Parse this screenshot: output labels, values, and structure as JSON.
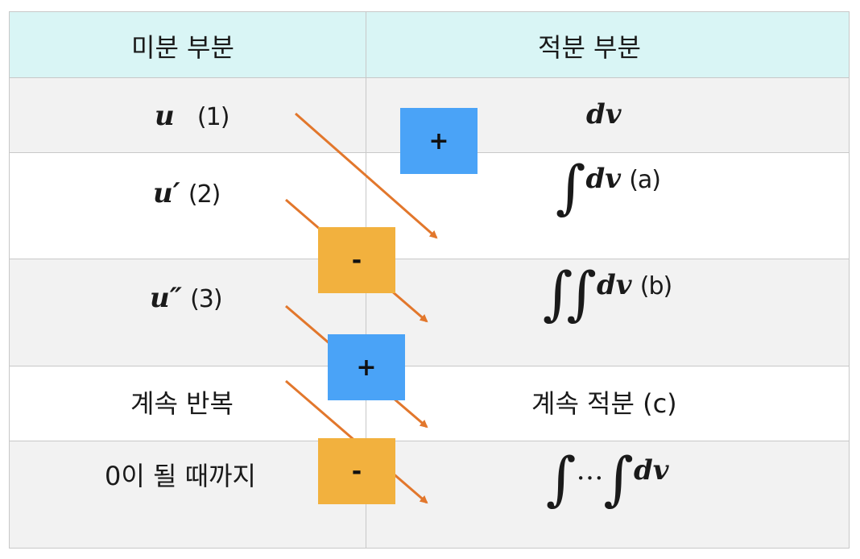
{
  "header": {
    "left": "미분 부분",
    "right": "적분 부분"
  },
  "rows": [
    {
      "left_math": "u",
      "left_label": "(1)",
      "right_math": "dv",
      "right_label": ""
    },
    {
      "left_math": "u′",
      "left_label": "(2)",
      "right_math": "dv",
      "right_label": "(a)"
    },
    {
      "left_math": "u″",
      "left_label": "(3)",
      "right_math": "dv",
      "right_label": "(b)"
    },
    {
      "left_text": "계속 반복",
      "right_text": "계속 적분 (c)"
    },
    {
      "left_text": "0이 될 때까지",
      "right_dots": "…",
      "right_math": "dv"
    }
  ],
  "signs": [
    "+",
    "-",
    "+",
    "-"
  ],
  "colors": {
    "header_bg": "#d9f5f5",
    "plus_badge": "#4aa3f7",
    "minus_badge": "#f2b13e",
    "arrow": "#e2772c"
  }
}
